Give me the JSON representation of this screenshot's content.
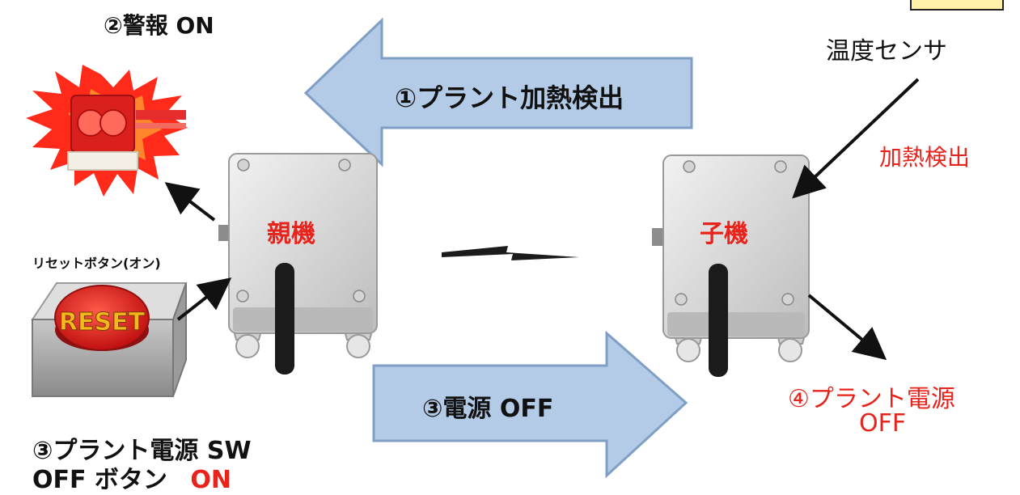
{
  "labels": {
    "alarm_on": "②警報 ON",
    "sensor": "温度センサ",
    "heating_detect": "加熱検出",
    "detect_arrow": "①プラント加熱検出",
    "master_unit": "親機",
    "slave_unit": "子機",
    "reset_caption": "リセットボタン(オン)",
    "reset_text": "RESET",
    "power_off_arrow": "③電源 OFF",
    "plant_power_sw": "③プラント電源 SW",
    "off_button": "OFF ボタン",
    "off_button_on": "ON",
    "plant_power_4": "④プラント電源",
    "plant_power_4_off": "OFF"
  },
  "colors": {
    "arrow_fill": "#b3cbe6",
    "arrow_stroke": "#7f9fc6",
    "label_red": "#e8231b",
    "device_body": "#dcdcdc",
    "antenna": "#1b1b1b",
    "beacon_red": "#e52d2d",
    "burst_red": "#ff2a1a",
    "reset_red": "#e02020",
    "reset_text": "#f5b81c",
    "legend_box": "#fff1a8",
    "legend_border": "#222222"
  }
}
